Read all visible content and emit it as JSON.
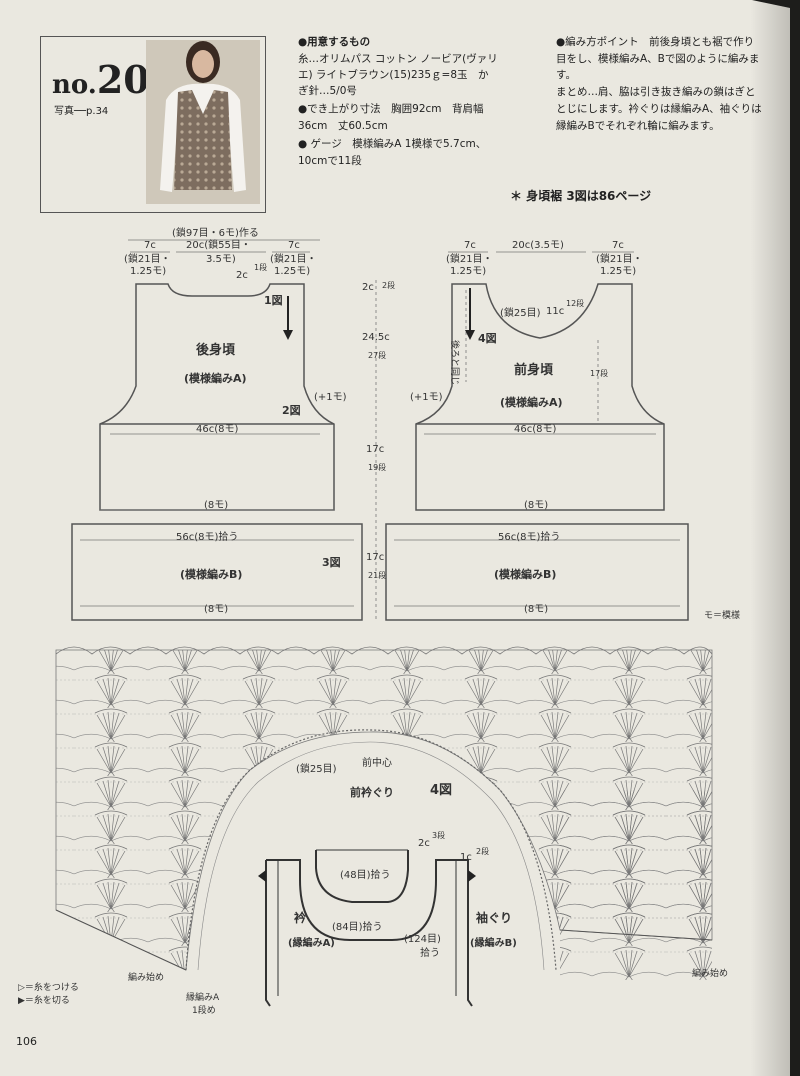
{
  "header": {
    "no_prefix": "no.",
    "no_number": "20",
    "photo_ref": "写真──p.34",
    "note_ref": "＊ 身頃裾 3図は86ページ"
  },
  "materials": {
    "heading": "●用意するもの",
    "lines": [
      "糸…オリムパス コットン ノービア(ヴァリ",
      "エ) ライトブラウン(15)235ｇ=8玉　か",
      "ぎ針…5/0号"
    ]
  },
  "size": {
    "heading_line": "●でき上がり寸法　胸囲92cm　背肩幅",
    "line2": "36cm　丈60.5cm"
  },
  "gauge": {
    "heading_line": "● ゲージ　模様編みA 1模様で5.7cm、",
    "line2": "10cmで11段"
  },
  "points": {
    "heading_line": "●編み方ポイント　前後身頃とも裾で作り",
    "line2": "目をし、模様編みA、Bで図のように編みま",
    "line3": "す。",
    "summary_line": "まとめ…肩、脇は引き抜き編みの鎖はぎと",
    "summary2": "とじにします。衿ぐりは縁編みA、袖ぐりは",
    "summary3": "縁編みBでそれぞれ輪に編みます。"
  },
  "back_panel": {
    "top_label": "(鎖97目・6モ)作る",
    "shoulder_left": "7c",
    "shoulder_left_sub1": "(鎖21目・",
    "shoulder_left_sub2": "1.25モ)",
    "neck_center": "20c(鎖55目・",
    "neck_center_sub": "3.5モ)",
    "shoulder_right": "7c",
    "shoulder_right_sub1": "(鎖21目・",
    "shoulder_right_sub2": "1.25モ)",
    "neck_depth": "2c",
    "neck_depth_rows": "1段",
    "fig_1": "1図",
    "title": "後身頃",
    "pattern": "(模様編みA)",
    "fig_2": "2図",
    "plus_one": "(+1モ)",
    "width_46": "46c(8モ)",
    "hem_a": "(8モ)",
    "width_56": "56c(8モ)拾う",
    "pattern_b": "(模様編みB)",
    "fig_3": "3図",
    "bottom": "(8モ)"
  },
  "center_measures": {
    "top": "2c",
    "top_rows": "2段",
    "mid": "24.5c",
    "mid_rows": "27段",
    "lower": "17c",
    "lower_rows": "19段",
    "hem": "17c",
    "hem_rows": "21段"
  },
  "front_panel": {
    "shoulder_left": "7c",
    "shoulder_left_sub1": "(鎖21目・",
    "shoulder_left_sub2": "1.25モ)",
    "neck_center": "20c(3.5モ)",
    "shoulder_right": "7c",
    "shoulder_right_sub1": "(鎖21目・",
    "shoulder_right_sub2": "1.25モ)",
    "neck_chain": "(鎖25目)",
    "neck_depth": "11c",
    "neck_rows": "12段",
    "fig_4": "4図",
    "same_as_back": "後ろと同じ",
    "title": "前身頃",
    "pattern": "(模様編みA)",
    "side_rows": "17段",
    "plus_one": "(+1モ)",
    "width_46": "46c(8モ)",
    "hem_a": "(8モ)",
    "width_56": "56c(8モ)拾う",
    "pattern_b": "(模様編みB)",
    "bottom": "(8モ)",
    "legend": "モ＝模様"
  },
  "chart": {
    "chain_25": "(鎖25目)",
    "front_center": "前中心",
    "neckline_label": "前衿ぐり",
    "fig_4": "4図",
    "collar_title": "衿",
    "collar_pattern": "(縁編みA)",
    "collar_rows_top": "2c",
    "collar_rows_top_rows": "3段",
    "collar_pick_48": "(48目)拾う",
    "collar_pick_84": "(84目)拾う",
    "armhole_rows_top": "1c",
    "armhole_rows_top_rows": "2段",
    "armhole_pick_124": "(124目)",
    "armhole_pick_sub": "拾う",
    "armhole_title": "袖ぐり",
    "armhole_pattern": "(縁編みB)",
    "start_left": "編み始め",
    "edge_a": "縁編みA",
    "edge_a_row": "1段め",
    "start_right": "編み始め",
    "legend_attach": "▷＝糸をつける",
    "legend_cut": "▶＝糸を切る"
  },
  "page_number": "106",
  "colors": {
    "paper": "#eae8e0",
    "ink": "#222222",
    "line": "#555555"
  }
}
